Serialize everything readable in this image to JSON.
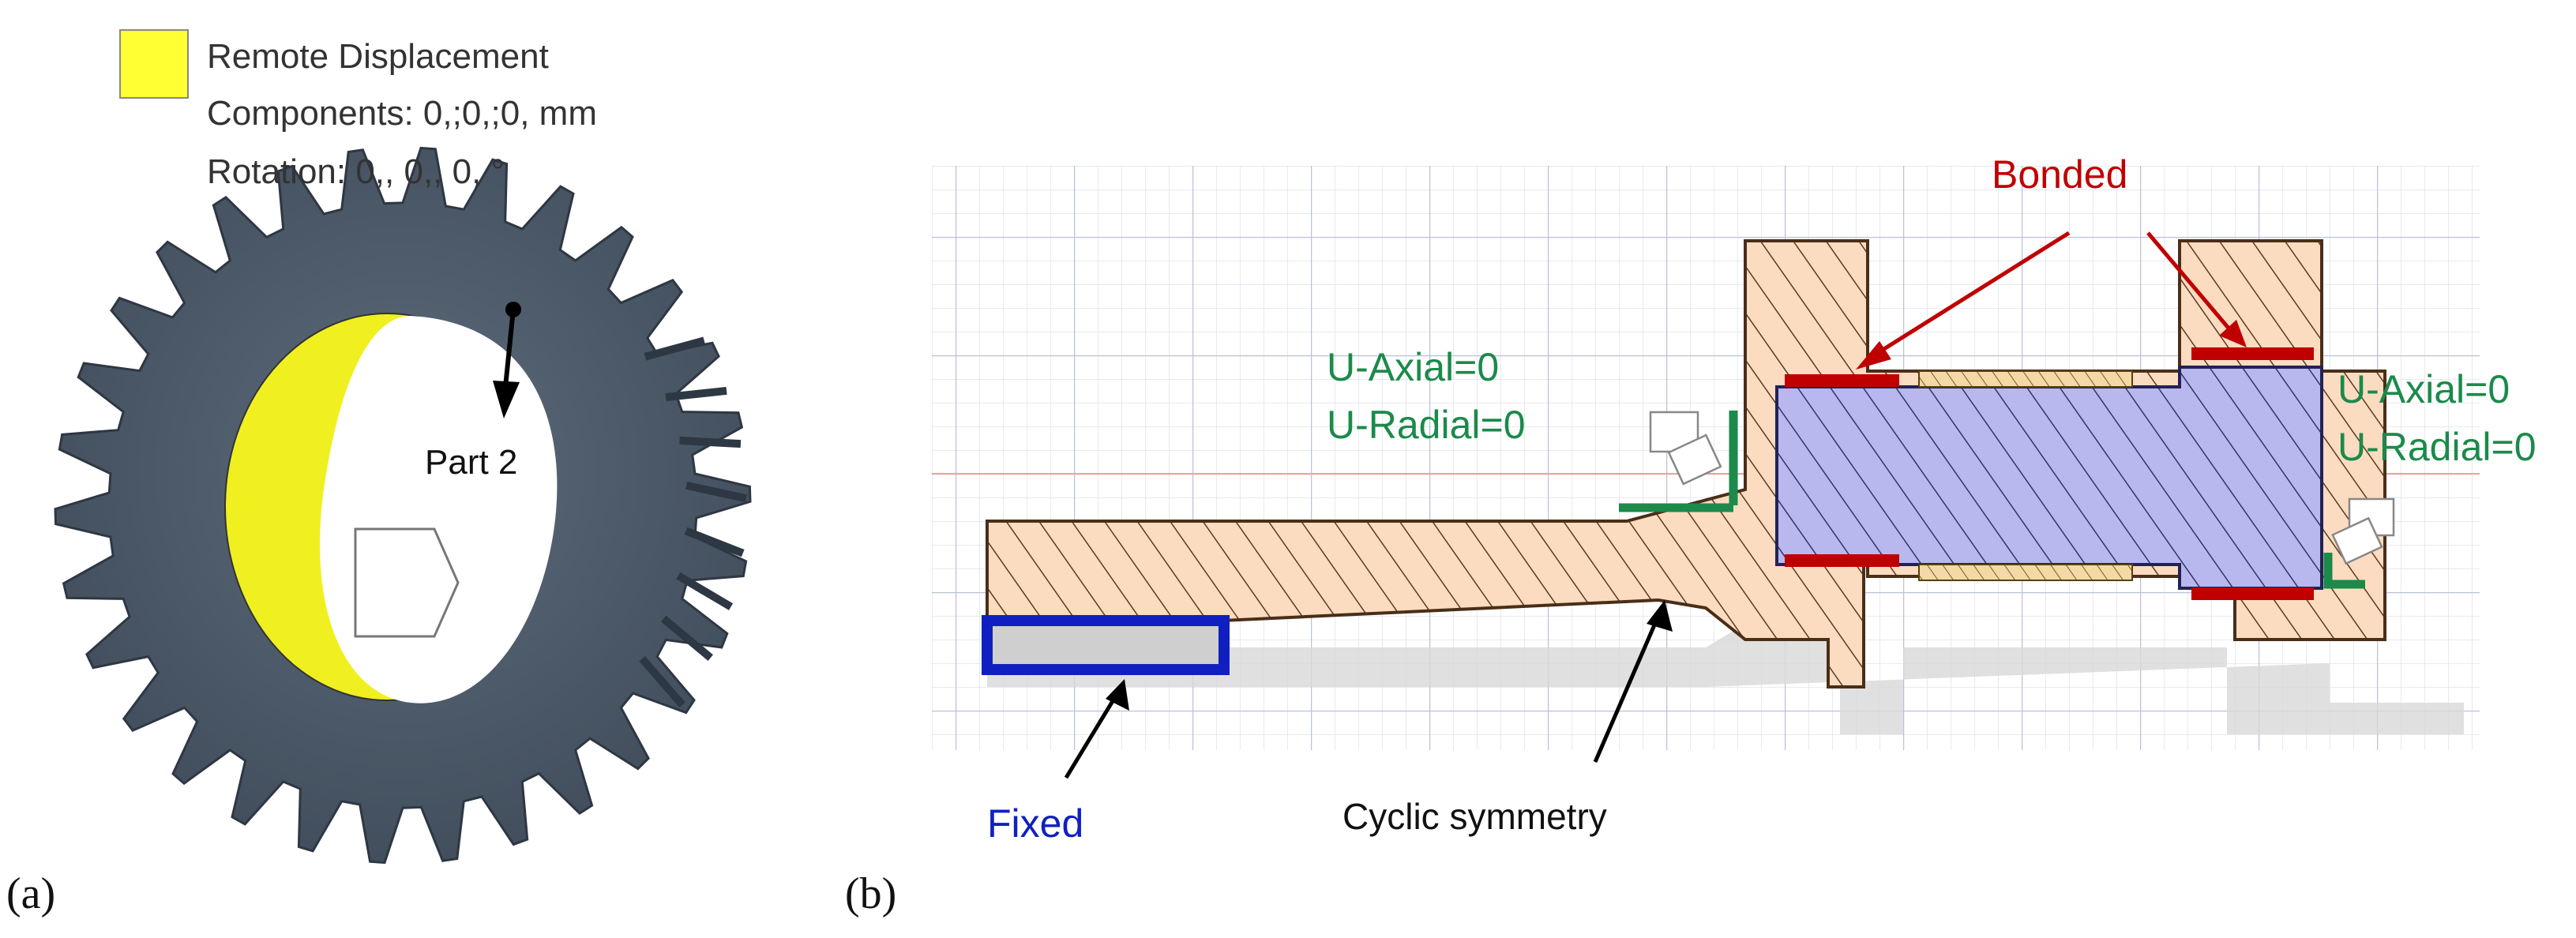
{
  "panel_a": {
    "label": "(a)",
    "legend": {
      "swatch_color": "#ffff33",
      "title": "Remote Displacement",
      "components": "Components: 0,;0,;0, mm",
      "rotation": "Rotation: 0,, 0,, 0, °"
    },
    "part_label": "Part 2",
    "colors": {
      "gear": "#4f5d6d",
      "gear_dark": "#3a4654",
      "inner_face": "#f0f020"
    }
  },
  "panel_b": {
    "label": "(b)",
    "bonded_label": "Bonded",
    "left_constraint": {
      "line1": "U-Axial=0",
      "line2": "U-Radial=0"
    },
    "right_constraint": {
      "line1": "U-Axial=0",
      "line2": "U-Radial=0"
    },
    "fixed_label": "Fixed",
    "cyclic_label": "Cyclic symmetry",
    "colors": {
      "bonded": "#c00000",
      "constraint": "#1b8a4a",
      "fixed": "#1020c0",
      "part_fill": "#fbdcc0",
      "pin_fill": "#b8b8ee"
    }
  }
}
